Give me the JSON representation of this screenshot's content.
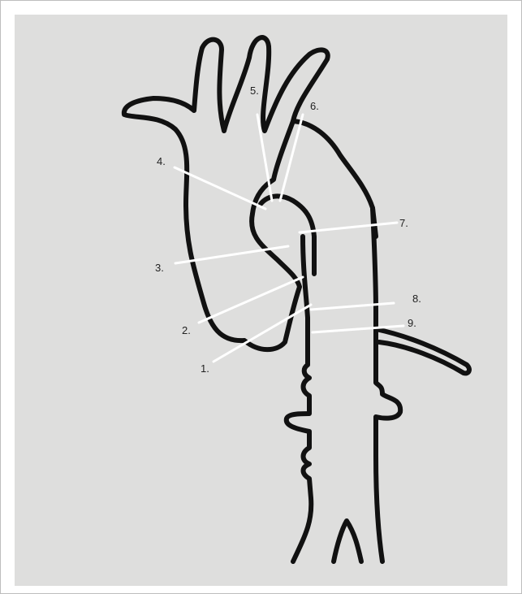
{
  "figure": {
    "background_color": "#dededd",
    "outline_color": "#111111",
    "leader_color": "#ffffff",
    "labels": [
      "1.",
      "2.",
      "3.",
      "4.",
      "5.",
      "6.",
      "7.",
      "8.",
      "9."
    ]
  }
}
